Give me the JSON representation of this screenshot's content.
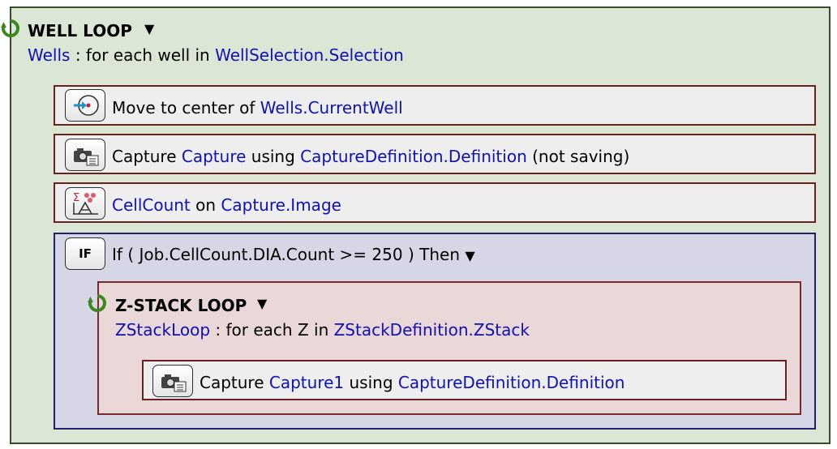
{
  "colors": {
    "loop_bg": "#dce6d5",
    "step_border": "#6b1f1f",
    "if_bg": "#d6d6e6",
    "zloop_bg": "#ead8d8",
    "link": "#1010b8"
  },
  "well_loop": {
    "title": "WELL LOOP",
    "dropdown_glyph": "▼",
    "var": "Wells",
    "sep": ":",
    "for_each_text": "for each well in",
    "source": "WellSelection.Selection"
  },
  "steps": [
    {
      "icon": "move-to-center-icon",
      "prefix": "Move to center of",
      "target": "Wells.CurrentWell"
    },
    {
      "icon": "camera-icon",
      "verb": "Capture",
      "name": "Capture",
      "using": "using",
      "definition": "CaptureDefinition.Definition",
      "suffix": "(not saving)"
    },
    {
      "icon": "cell-count-icon",
      "name": "CellCount",
      "on": "on",
      "target": "Capture.Image"
    }
  ],
  "if_block": {
    "icon_label": "IF",
    "kw_if": "If",
    "open_paren": "(",
    "condition": "Job.CellCount.DIA.Count >= 250",
    "close_paren": ")",
    "kw_then": "Then",
    "dropdown_glyph": "▼"
  },
  "zstack_loop": {
    "title": "Z-STACK LOOP",
    "dropdown_glyph": "▼",
    "var": "ZStackLoop",
    "sep": ":",
    "for_each_text": "for each Z in",
    "source": "ZStackDefinition.ZStack",
    "step": {
      "icon": "camera-icon",
      "verb": "Capture",
      "name": "Capture1",
      "using": "using",
      "definition": "CaptureDefinition.Definition"
    }
  }
}
